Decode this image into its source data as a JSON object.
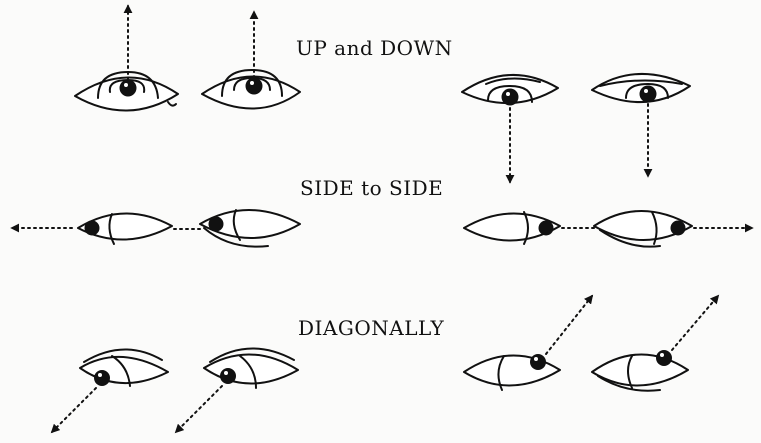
{
  "captions": {
    "up_down": "UP and DOWN",
    "side_to_side": "SIDE to SIDE",
    "diagonally": "DIAGONALLY"
  },
  "colors": {
    "ink": "#111111",
    "paper": "#fbfbfa"
  }
}
